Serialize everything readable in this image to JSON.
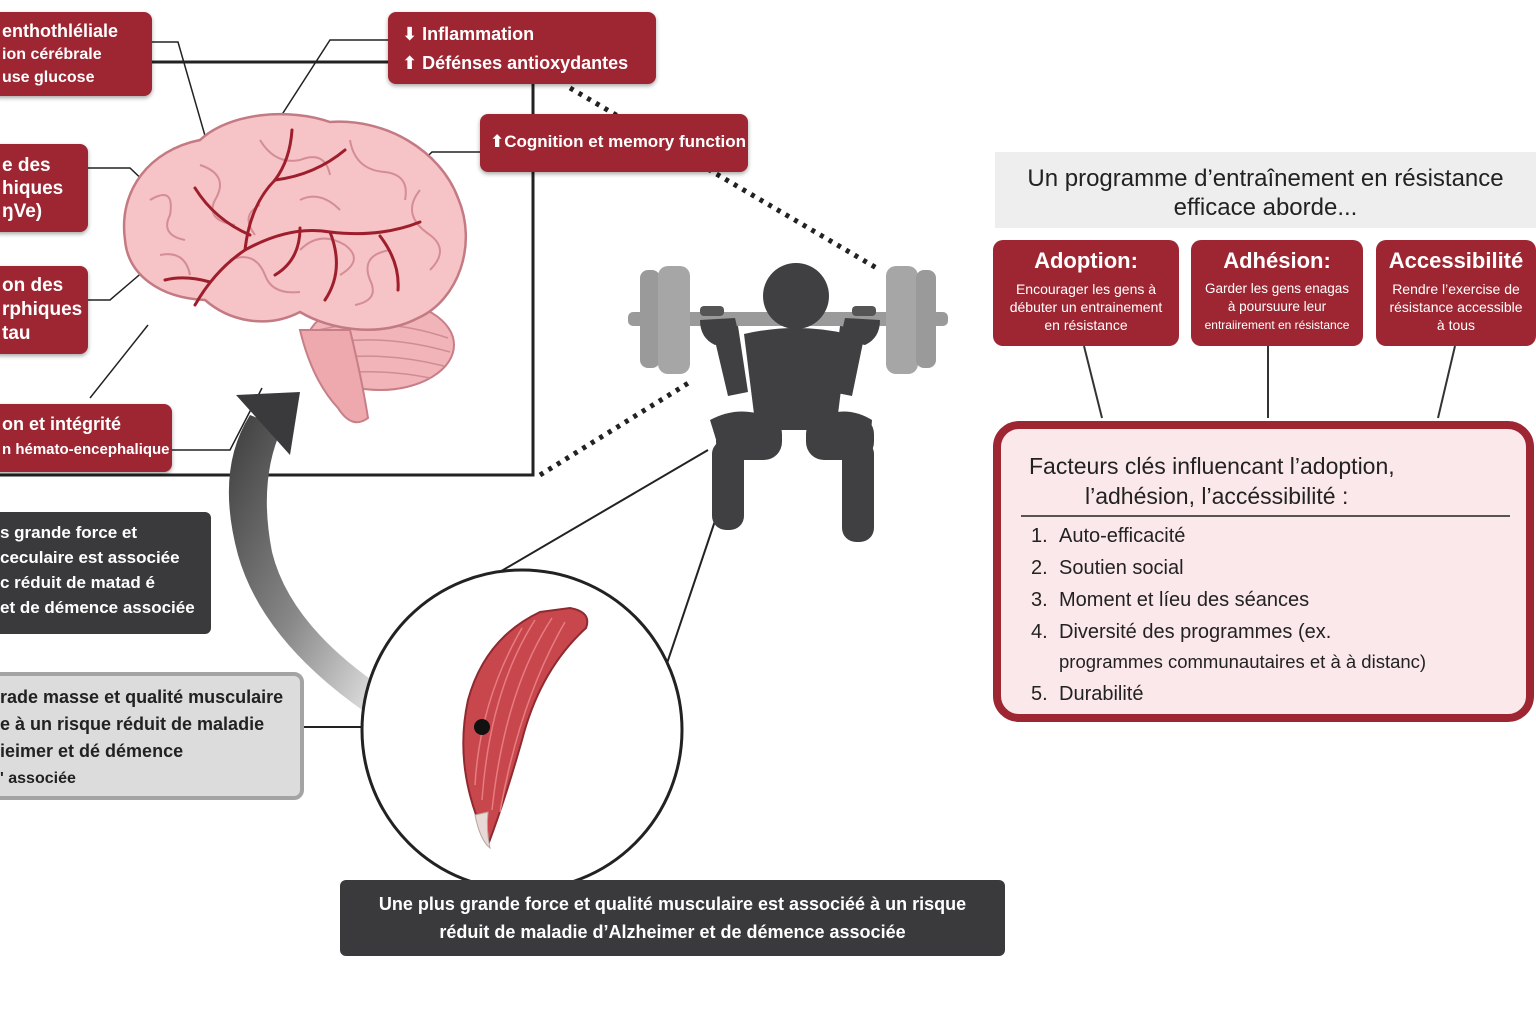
{
  "brain_boxes": {
    "endothelial": [
      "enthothléliale",
      "ion cérébrale",
      "use glucose"
    ],
    "neurotrophic": [
      "e des",
      "hiques",
      "ŋVe)"
    ],
    "tau": [
      "on des",
      "rphiques",
      "tau"
    ],
    "bbb": [
      "on et intégrité",
      "n hémato-encephalique"
    ],
    "inflammation": [
      "Inflammation",
      "Défénses antioxydantes"
    ],
    "cognition": "Cognition et memory function"
  },
  "strength_box": [
    "s grande force et",
    "ceculaire est associée",
    "c réduit de matad é",
    "et de démence associée"
  ],
  "mass_box": [
    "rade masse et  qualité musculaire",
    "e à un risque réduit de maladie",
    "ieimer et dé démence",
    "' associée"
  ],
  "bottom_caption": [
    "Une plus grande force et qualité musculaire est associéé à un risque",
    "réduit de maladie d’Alzheimer et de démence associée"
  ],
  "program": {
    "title": [
      "Un programme d’entraînement en résistance",
      "efficace aborde..."
    ],
    "pillars": [
      {
        "title": "Adoption:",
        "desc": [
          "Encourager les gens à",
          "débuter un entrainement",
          "en résistance"
        ]
      },
      {
        "title": "Adhésion:",
        "desc": [
          "Garder les gens enagas",
          "à poursuure leur",
          "entraiirement en résistance"
        ]
      },
      {
        "title": "Accessibilité",
        "desc": [
          "Rendre l’exercise de",
          "résistance accessible",
          "à tous"
        ]
      }
    ]
  },
  "factors": {
    "title": [
      "Facteurs clés influencant l’adoption,",
      "l’adhésion, l’accéssibilité :"
    ],
    "items": [
      {
        "num": "1.",
        "text": "Auto-efficacité"
      },
      {
        "num": "2.",
        "text": "Soutien social"
      },
      {
        "num": "3.",
        "text": "Moment et líeu des séances"
      },
      {
        "num": "4.",
        "text": "Diversité des programmes (ex."
      },
      {
        "num": "",
        "text": "programmes communautaires et à à distanc)"
      },
      {
        "num": "5.",
        "text": "Durabilité"
      }
    ]
  },
  "colors": {
    "accent": "#9e2632",
    "dark": "#3a3a3c",
    "figure": "#404042",
    "muscle": "#c8474d"
  }
}
